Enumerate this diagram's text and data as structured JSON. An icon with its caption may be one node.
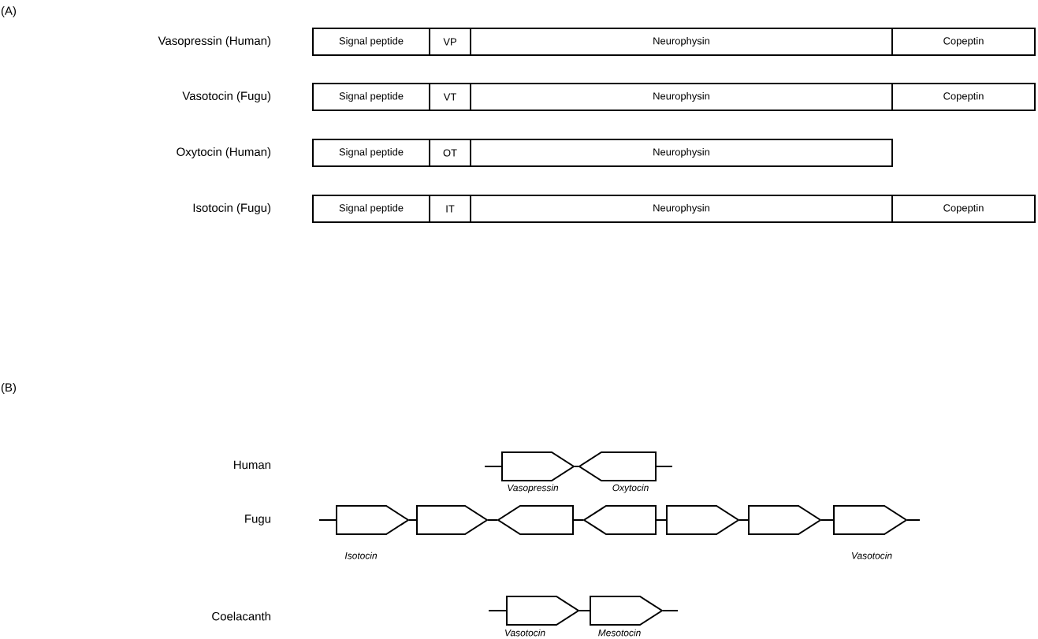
{
  "diagram": {
    "nodes": [
      {
        "text": [
          "Signal peptide"
        ]
      },
      {
        "text": [
          "VP"
        ]
      },
      {
        "text": [
          "Neurophysin"
        ]
      },
      {
        "text": [
          "Copeptin"
        ]
      },
      {
        "text": [
          "Signal peptide"
        ]
      },
      {
        "text": [
          "VT"
        ]
      },
      {
        "text": [
          "Neurophysin"
        ]
      },
      {
        "text": [
          "Copeptin"
        ]
      },
      {
        "text": [
          "Signal peptide"
        ]
      },
      {
        "text": [
          "OT"
        ]
      },
      {
        "text": [
          "Neurophysin"
        ]
      },
      {
        "text": [
          "Signal peptide"
        ]
      },
      {
        "text": [
          "IT"
        ]
      },
      {
        "text": [
          "Neurophysin"
        ]
      },
      {
        "text": [
          "Copeptin"
        ]
      },
      {
        "text": [],
        "shape": "arrow",
        "beside": [
          "Vasopressin"
        ]
      },
      {
        "text": [],
        "shape": "arrow",
        "beside": [
          "Oxytocin"
        ]
      },
      {
        "text": [],
        "shape": "arrow",
        "beside": [
          "Isotocin"
        ]
      },
      {
        "text": [],
        "shape": "arrow"
      },
      {
        "text": [],
        "shape": "arrow"
      },
      {
        "text": [],
        "shape": "arrow"
      },
      {
        "text": [],
        "shape": "arrow"
      },
      {
        "text": [],
        "shape": "arrow"
      },
      {
        "text": [],
        "shape": "arrow",
        "beside": [
          "Vasotocin"
        ]
      },
      {
        "text": [],
        "shape": "arrow",
        "beside": [
          "Vasotocin"
        ]
      },
      {
        "text": [],
        "shape": "arrow",
        "beside": [
          "Mesotocin"
        ]
      }
    ],
    "edges": [
      {
        "from": null,
        "to": 15,
        "arrow": "none"
      },
      {
        "from": 15,
        "to": 16,
        "arrow": "none"
      },
      {
        "from": 16,
        "to": null,
        "arrow": "none"
      },
      {
        "from": null,
        "to": 17,
        "arrow": "none"
      },
      {
        "from": 17,
        "to": 18,
        "arrow": "none"
      },
      {
        "from": 18,
        "to": 19,
        "arrow": "none"
      },
      {
        "from": 19,
        "to": 20,
        "arrow": "none"
      },
      {
        "from": 20,
        "to": 21,
        "arrow": "none"
      },
      {
        "from": 21,
        "to": 22,
        "arrow": "none"
      },
      {
        "from": 22,
        "to": 23,
        "arrow": "none"
      },
      {
        "from": 23,
        "to": null,
        "arrow": "none"
      },
      {
        "from": null,
        "to": 24,
        "arrow": "none"
      },
      {
        "from": 24,
        "to": 25,
        "arrow": "none"
      },
      {
        "from": 25,
        "to": null,
        "arrow": "none"
      }
    ],
    "labels": [
      "(A)",
      "Vasopressin (Human)",
      "Vasotocin (Fugu)",
      "Oxytocin (Human)",
      "Isotocin (Fugu)",
      "(B)",
      "Human",
      "Fugu",
      "Coelacanth"
    ]
  }
}
